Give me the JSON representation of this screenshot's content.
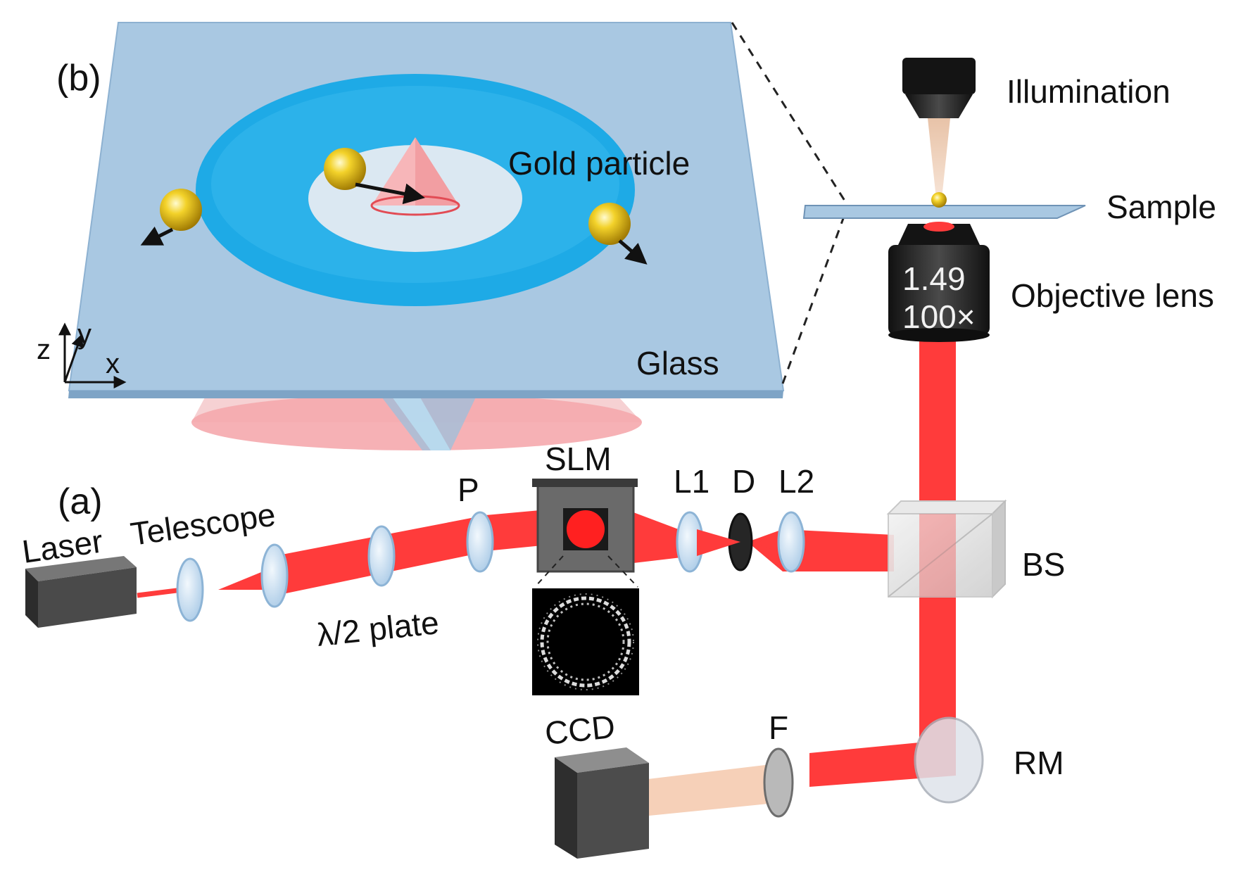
{
  "panel_labels": {
    "a": "(a)",
    "b": "(b)"
  },
  "labels": {
    "illumination": "Illumination",
    "sample": "Sample",
    "objective_lens": "Objective lens",
    "na": "1.49",
    "magnification": "100×",
    "gold_particle": "Gold particle",
    "glass": "Glass",
    "laser": "Laser",
    "telescope": "Telescope",
    "half_wave_plate": "λ/2 plate",
    "p": "P",
    "slm": "SLM",
    "l1": "L1",
    "d": "D",
    "l2": "L2",
    "bs": "BS",
    "ccd": "CCD",
    "f": "F",
    "rm": "RM"
  },
  "axes": {
    "z": "z",
    "y": "y",
    "x": "x"
  },
  "colors": {
    "beam": "#ff3b3b",
    "glass_panel": "#a9c8e2",
    "ring": "#1eaae6",
    "gold": "#e8c020",
    "lens": "#bcd8ee",
    "device": "#3c3c3c",
    "filtered_beam": "#f6d0b8"
  }
}
